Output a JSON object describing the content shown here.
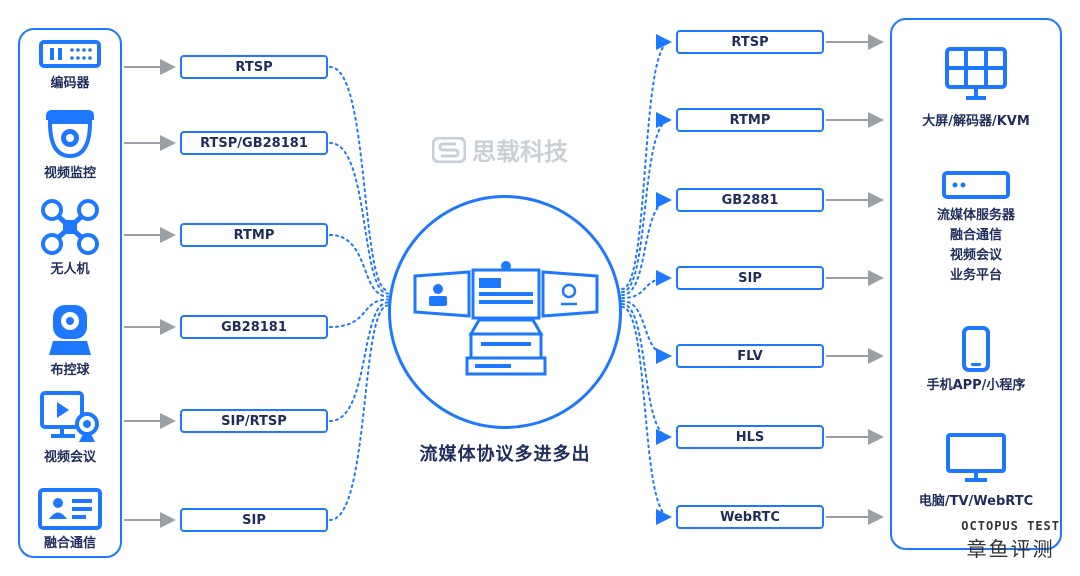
{
  "brand": {
    "name": "思载科技"
  },
  "watermark": {
    "top": "OCTOPUS TEST",
    "bottom": "章鱼评测"
  },
  "caption": "流媒体协议多进多出",
  "sources": [
    {
      "label": "编码器",
      "icon": "encoder-icon"
    },
    {
      "label": "视频监控",
      "icon": "dome-camera-icon"
    },
    {
      "label": "无人机",
      "icon": "drone-icon"
    },
    {
      "label": "布控球",
      "icon": "ptz-camera-icon"
    },
    {
      "label": "视频会议",
      "icon": "video-conference-icon"
    },
    {
      "label": "融合通信",
      "icon": "id-card-icon"
    }
  ],
  "inputs": [
    "RTSP",
    "RTSP/GB28181",
    "RTMP",
    "GB28181",
    "SIP/RTSP",
    "SIP"
  ],
  "outputs": [
    "RTSP",
    "RTMP",
    "GB2881",
    "SIP",
    "FLV",
    "HLS",
    "WebRTC"
  ],
  "destinations": [
    {
      "lines": [
        "大屏/解码器/KVM"
      ],
      "icon": "video-wall-icon"
    },
    {
      "lines": [
        "流媒体服务器",
        "融合通信",
        "视频会议",
        "业务平台"
      ],
      "icon": "server-icon"
    },
    {
      "lines": [
        "手机APP/小程序"
      ],
      "icon": "smartphone-icon"
    },
    {
      "lines": [
        "电脑/TV/WebRTC"
      ],
      "icon": "monitor-icon"
    }
  ],
  "colors": {
    "accent": "#1e78ff",
    "text": "#1f2d5c",
    "arrow": "#9aa0a6"
  }
}
